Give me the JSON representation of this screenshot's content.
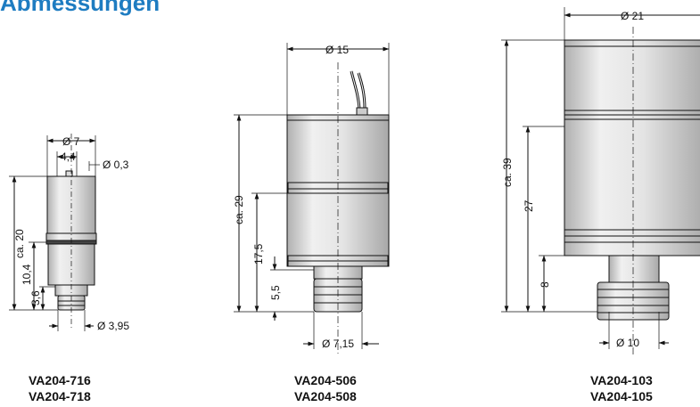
{
  "title": "Abmessungen",
  "sensors": [
    {
      "models": [
        "VA204-716",
        "VA204-718"
      ],
      "dims": {
        "diameter": "Ø 7",
        "inner": "4,4",
        "wire": "Ø 0,3",
        "height": "ca. 20",
        "body": "10,4",
        "tip": "3,6",
        "tip_diameter": "Ø 3,95"
      }
    },
    {
      "models": [
        "VA204-506",
        "VA204-508"
      ],
      "dims": {
        "diameter": "Ø 15",
        "height": "ca. 29",
        "body": "17,5",
        "tip": "5,5",
        "tip_diameter": "Ø 7,15"
      }
    },
    {
      "models": [
        "VA204-103",
        "VA204-105"
      ],
      "dims": {
        "diameter": "Ø 21",
        "height": "ca. 39",
        "body": "27",
        "tip": "8",
        "tip_diameter": "Ø 10"
      }
    }
  ]
}
